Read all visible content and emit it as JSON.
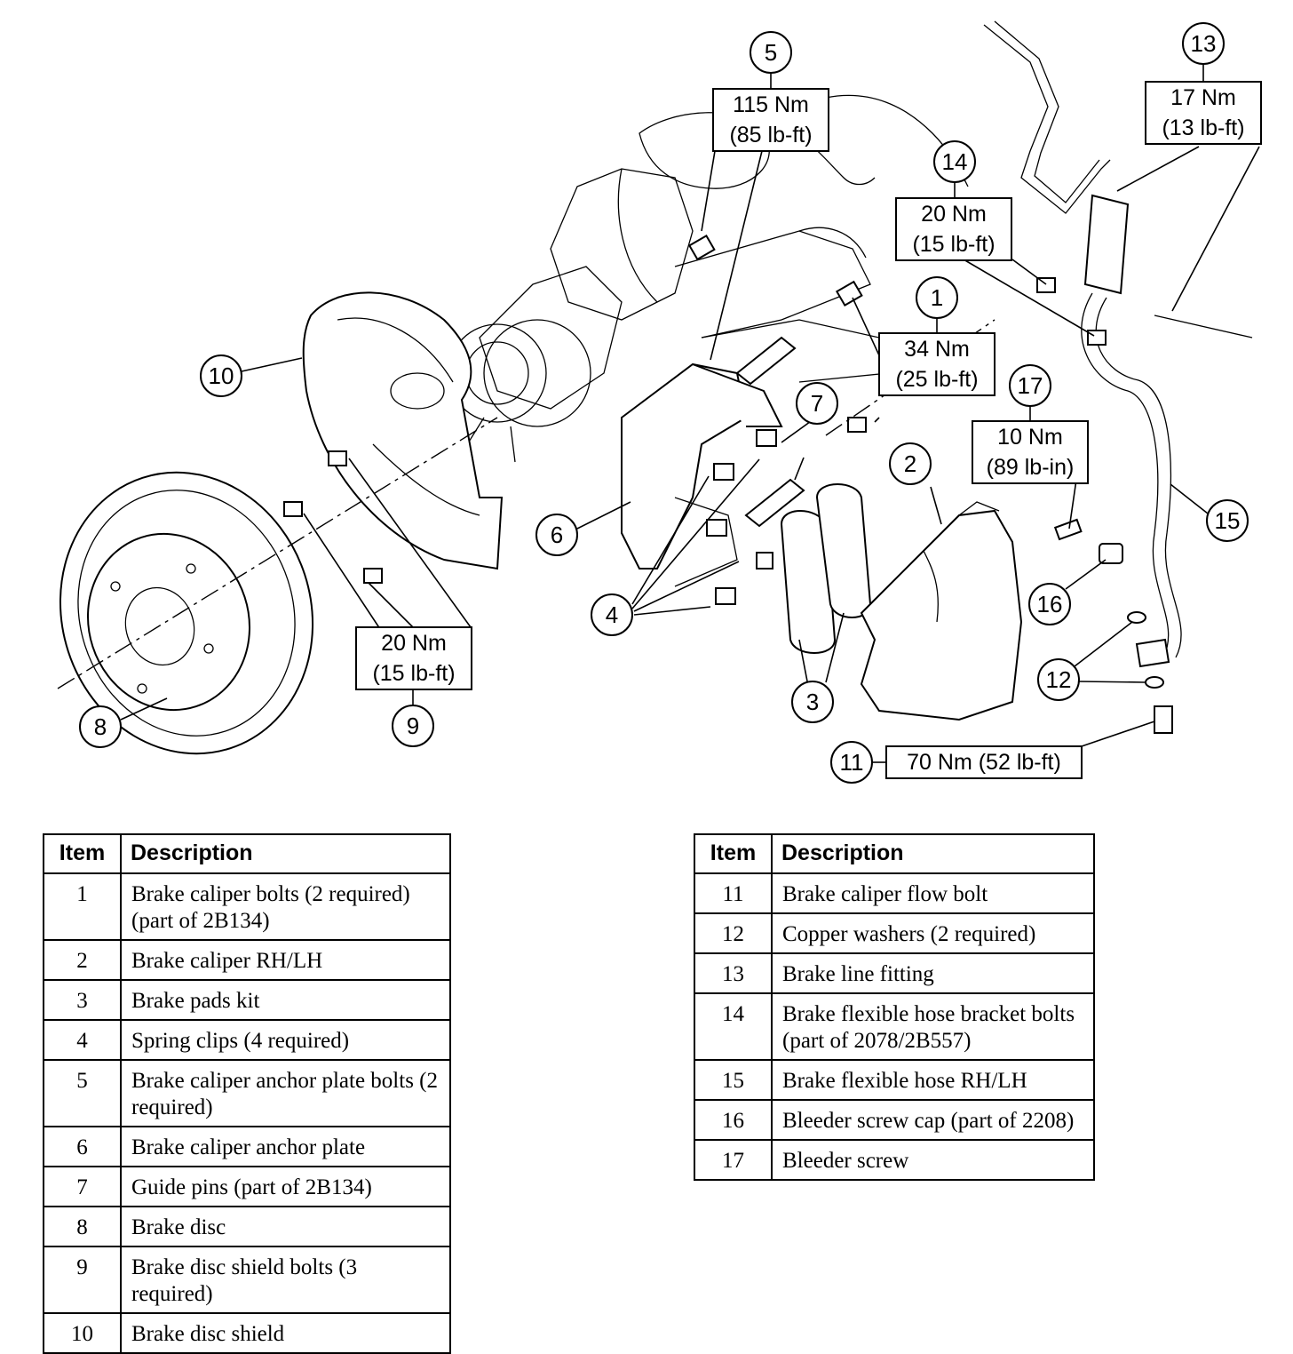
{
  "diagram": {
    "callouts": [
      {
        "id": "1",
        "label": "1"
      },
      {
        "id": "2",
        "label": "2"
      },
      {
        "id": "3",
        "label": "3"
      },
      {
        "id": "4",
        "label": "4"
      },
      {
        "id": "5",
        "label": "5"
      },
      {
        "id": "6",
        "label": "6"
      },
      {
        "id": "7",
        "label": "7"
      },
      {
        "id": "8",
        "label": "8"
      },
      {
        "id": "9",
        "label": "9"
      },
      {
        "id": "10",
        "label": "10"
      },
      {
        "id": "11",
        "label": "11"
      },
      {
        "id": "12",
        "label": "12"
      },
      {
        "id": "13",
        "label": "13"
      },
      {
        "id": "14",
        "label": "14"
      },
      {
        "id": "15",
        "label": "15"
      },
      {
        "id": "16",
        "label": "16"
      },
      {
        "id": "17",
        "label": "17"
      }
    ],
    "torques": {
      "item5": {
        "nm": "115 Nm",
        "lbft": "(85 lb-ft)"
      },
      "item1": {
        "nm": "34 Nm",
        "lbft": "(25 lb-ft)"
      },
      "item14": {
        "nm": "20 Nm",
        "lbft": "(15 lb-ft)"
      },
      "item13": {
        "nm": "17 Nm",
        "lbft": "(13 lb-ft)"
      },
      "item17": {
        "nm": "10 Nm",
        "lbft": "(89 lb-in)"
      },
      "item9": {
        "nm": "20 Nm",
        "lbft": "(15 lb-ft)"
      },
      "item11": {
        "combined": "70 Nm (52 lb-ft)"
      }
    }
  },
  "table_headers": {
    "item": "Item",
    "description": "Description"
  },
  "table_left": [
    {
      "item": "1",
      "description": "Brake caliper bolts (2 required) (part of 2B134)"
    },
    {
      "item": "2",
      "description": "Brake caliper RH/LH"
    },
    {
      "item": "3",
      "description": "Brake pads kit"
    },
    {
      "item": "4",
      "description": "Spring clips (4 required)"
    },
    {
      "item": "5",
      "description": "Brake caliper anchor plate bolts (2 required)"
    },
    {
      "item": "6",
      "description": "Brake caliper anchor plate"
    },
    {
      "item": "7",
      "description": "Guide pins (part of 2B134)"
    },
    {
      "item": "8",
      "description": "Brake disc"
    },
    {
      "item": "9",
      "description": "Brake disc shield bolts (3 required)"
    },
    {
      "item": "10",
      "description": "Brake disc shield"
    }
  ],
  "table_right": [
    {
      "item": "11",
      "description": "Brake caliper flow bolt"
    },
    {
      "item": "12",
      "description": "Copper washers (2 required)"
    },
    {
      "item": "13",
      "description": "Brake line fitting"
    },
    {
      "item": "14",
      "description": "Brake flexible hose bracket bolts (part of 2078/2B557)"
    },
    {
      "item": "15",
      "description": "Brake flexible hose RH/LH"
    },
    {
      "item": "16",
      "description": "Bleeder screw cap (part of 2208)"
    },
    {
      "item": "17",
      "description": "Bleeder screw"
    }
  ]
}
